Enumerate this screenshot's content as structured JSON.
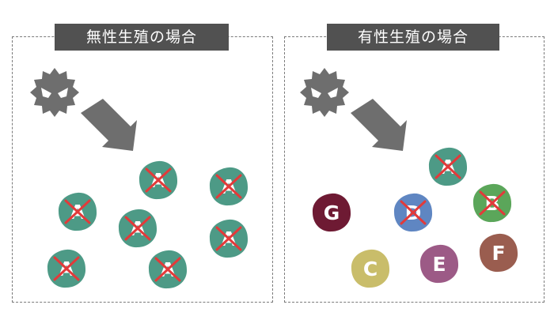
{
  "panels": {
    "asexual": {
      "title": "無性生殖の場合"
    },
    "sexual": {
      "title": "有性生殖の場合"
    }
  },
  "icons": {
    "pathogen": "virus-icon",
    "attack": "diagonal-arrow-icon",
    "killed": "red-x-mark"
  },
  "colors": {
    "pathogen": "#6e6e6e",
    "arrow": "#6e6e6e",
    "cross": "#e23a3a",
    "A": "#4d9a86",
    "B": "#5ba65a",
    "C": "#c9bd6a",
    "D": "#5f86c2",
    "E": "#9c5a86",
    "F": "#9a5d4f",
    "G": "#6e1a33"
  },
  "organisms_asexual": [
    {
      "label": "A",
      "killed": true
    },
    {
      "label": "A",
      "killed": true
    },
    {
      "label": "A",
      "killed": true
    },
    {
      "label": "A",
      "killed": true
    },
    {
      "label": "A",
      "killed": true
    },
    {
      "label": "A",
      "killed": true
    },
    {
      "label": "A",
      "killed": true
    }
  ],
  "organisms_sexual": [
    {
      "label": "A",
      "killed": true
    },
    {
      "label": "B",
      "killed": true
    },
    {
      "label": "D",
      "killed": true
    },
    {
      "label": "G",
      "killed": false
    },
    {
      "label": "C",
      "killed": false
    },
    {
      "label": "E",
      "killed": false
    },
    {
      "label": "F",
      "killed": false
    }
  ]
}
